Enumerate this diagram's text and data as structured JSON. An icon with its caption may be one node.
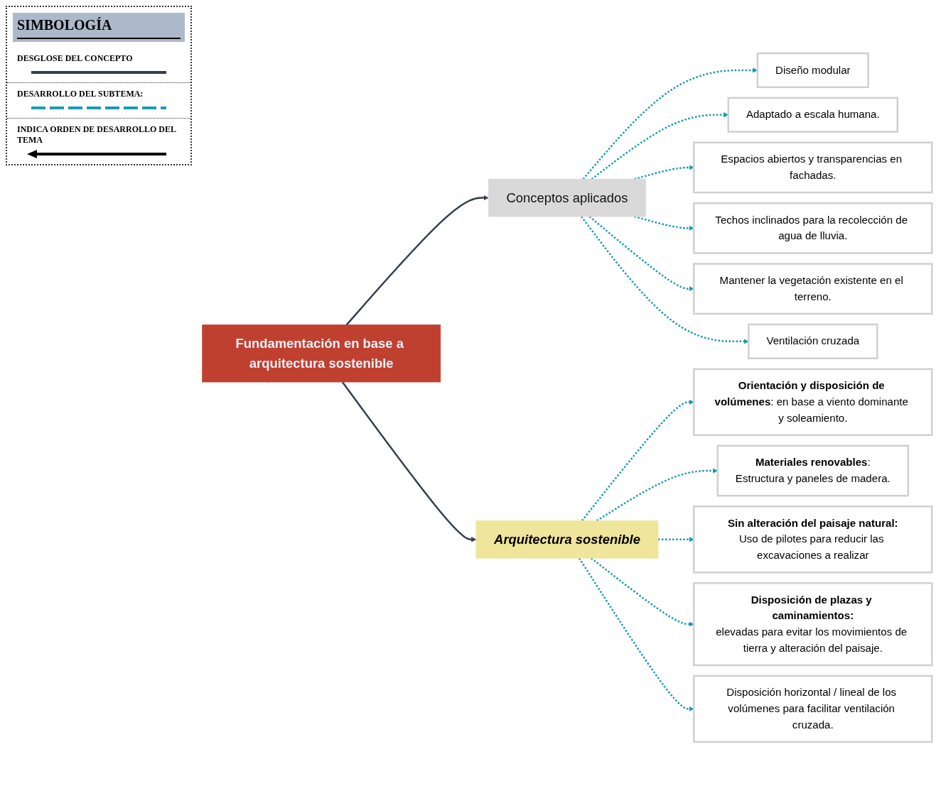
{
  "diagram": {
    "nodes": [
      {
        "text": [
          "Fundamentación en base a arquitectura sostenible"
        ]
      },
      {
        "text": [
          "Conceptos aplicados"
        ]
      },
      {
        "text": [
          "Arquitectura sostenible"
        ]
      },
      {
        "text": [
          "Diseño modular"
        ]
      },
      {
        "text": [
          "Adaptado a escala humana."
        ]
      },
      {
        "text": [
          "Espacios abiertos y transparencias en fachadas."
        ]
      },
      {
        "text": [
          "Techos inclinados para la recolección de agua de lluvia."
        ]
      },
      {
        "text": [
          "Mantener la vegetación existente en el terreno."
        ]
      },
      {
        "text": [
          "Ventilación cruzada"
        ]
      },
      {
        "text": [
          "**Orientación y disposición de volúmenes**: en base a viento dominante y soleamiento."
        ]
      },
      {
        "text": [
          "**Materiales renovables**:",
          "Estructura y paneles de madera."
        ]
      },
      {
        "text": [
          "**Sin alteración del paisaje natural:**",
          "Uso de pilotes para reducir las excavaciones a realizar"
        ]
      },
      {
        "text": [
          "**Disposición de plazas y caminamientos:**",
          "elevadas para evitar los movimientos de tierra y alteración del paisaje."
        ]
      },
      {
        "text": [
          "Disposición horizontal / lineal de los volúmenes para facilitar ventilación cruzada."
        ]
      }
    ],
    "edges": [
      {
        "from": 0,
        "to": 1,
        "arrow": "to",
        "color": "#333f50"
      },
      {
        "from": 0,
        "to": 2,
        "arrow": "to",
        "color": "#333f50"
      },
      {
        "from": 1,
        "to": 3,
        "arrow": "to",
        "style": "dashed",
        "color": "#1a9bb0"
      },
      {
        "from": 1,
        "to": 4,
        "arrow": "to",
        "style": "dashed",
        "color": "#1a9bb0"
      },
      {
        "from": 1,
        "to": 5,
        "arrow": "to",
        "style": "dashed",
        "color": "#1a9bb0"
      },
      {
        "from": 1,
        "to": 6,
        "arrow": "to",
        "style": "dashed",
        "color": "#1a9bb0"
      },
      {
        "from": 1,
        "to": 7,
        "arrow": "to",
        "style": "dashed",
        "color": "#1a9bb0"
      },
      {
        "from": 1,
        "to": 8,
        "arrow": "to",
        "style": "dashed",
        "color": "#1a9bb0"
      },
      {
        "from": 2,
        "to": 9,
        "arrow": "to",
        "style": "dashed",
        "color": "#1a9bb0"
      },
      {
        "from": 2,
        "to": 10,
        "arrow": "to",
        "style": "dashed",
        "color": "#1a9bb0"
      },
      {
        "from": 2,
        "to": 11,
        "arrow": "to",
        "style": "dashed",
        "color": "#1a9bb0"
      },
      {
        "from": 2,
        "to": 12,
        "arrow": "to",
        "style": "dashed",
        "color": "#1a9bb0"
      },
      {
        "from": 2,
        "to": 13,
        "arrow": "to",
        "style": "dashed",
        "color": "#1a9bb0"
      }
    ],
    "labels": [
      "SIMBOLOGÍA"
    ],
    "legend": [
      {
        "text": "DESGLOSE DEL CONCEPTO"
      },
      {
        "text": "DESARROLLO DEL SUBTEMA:"
      },
      {
        "text": "INDICA ORDEN DE DESARROLLO DEL TEMA"
      }
    ]
  }
}
